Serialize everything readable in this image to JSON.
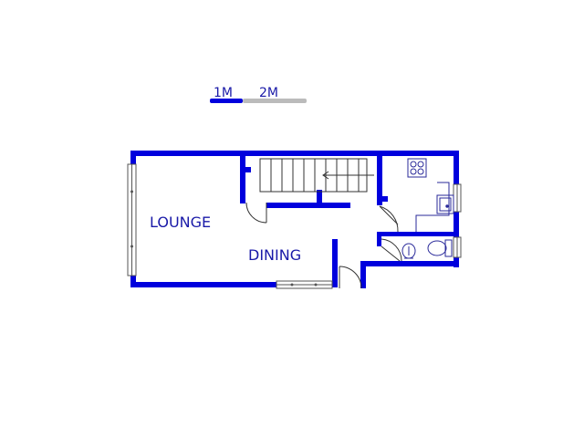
{
  "scale_bar": {
    "label_1": "1M",
    "label_2": "2M"
  },
  "rooms": {
    "lounge": "LOUNGE",
    "dining": "DINING"
  },
  "colors": {
    "wall": "#0000dd",
    "fixture": "#2a2a9a",
    "scale_done": "#0000dd",
    "scale_rest": "#bbbbbb",
    "label": "#1a1aa8",
    "window": "#555555"
  }
}
